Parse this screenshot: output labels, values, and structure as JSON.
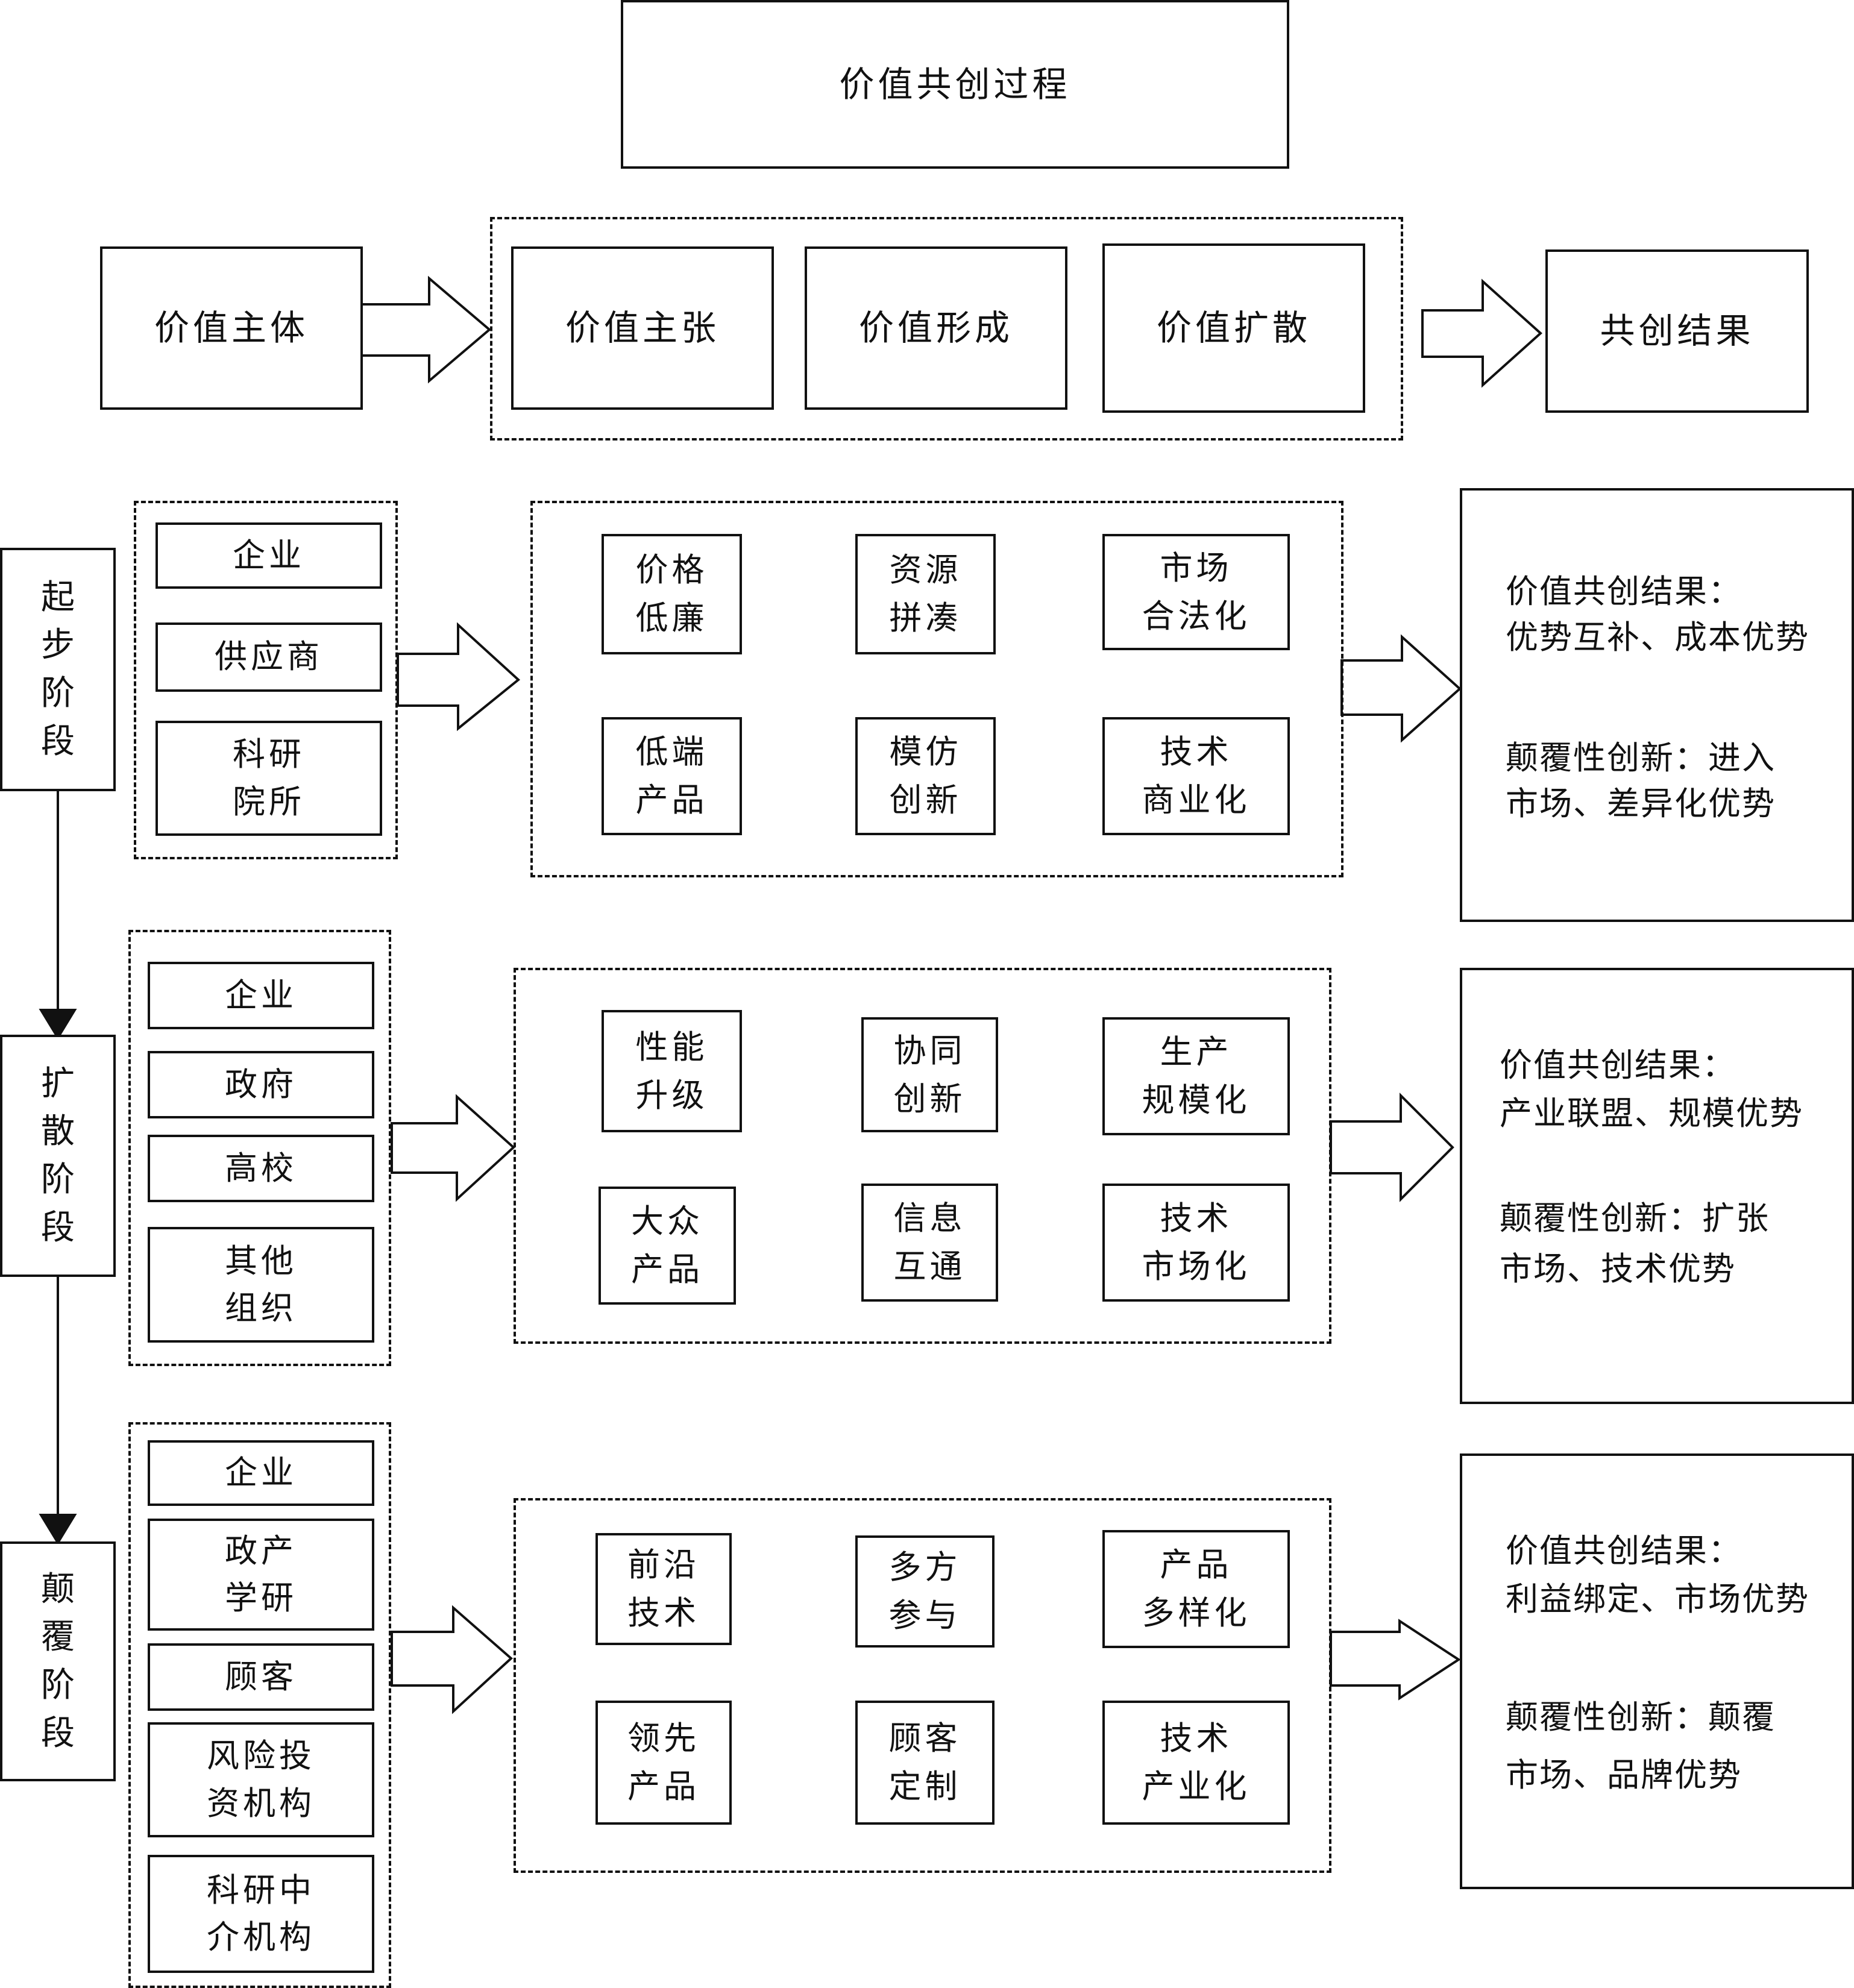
{
  "title": "价值共创过程",
  "header": {
    "subject": "价值主体",
    "steps": [
      "价值主张",
      "价值形成",
      "价值扩散"
    ],
    "result": "共创结果"
  },
  "stages": [
    {
      "name": [
        "起",
        "步",
        "阶",
        "段"
      ],
      "actors": [
        [
          "企业"
        ],
        [
          "供应商"
        ],
        [
          "科研",
          "院所"
        ]
      ],
      "mechanisms": [
        [
          "价格",
          "低廉"
        ],
        [
          "资源",
          "拼凑"
        ],
        [
          "市场",
          "合法化"
        ],
        [
          "低端",
          "产品"
        ],
        [
          "模仿",
          "创新"
        ],
        [
          "技术",
          "商业化"
        ]
      ],
      "result": [
        "价值共创结果：",
        "优势互补、成本优势",
        "颠覆性创新：进入",
        "市场、差异化优势"
      ]
    },
    {
      "name": [
        "扩",
        "散",
        "阶",
        "段"
      ],
      "actors": [
        [
          "企业"
        ],
        [
          "政府"
        ],
        [
          "高校"
        ],
        [
          "其他",
          "组织"
        ]
      ],
      "mechanisms": [
        [
          "性能",
          "升级"
        ],
        [
          "协同",
          "创新"
        ],
        [
          "生产",
          "规模化"
        ],
        [
          "大众",
          "产品"
        ],
        [
          "信息",
          "互通"
        ],
        [
          "技术",
          "市场化"
        ]
      ],
      "result": [
        "价值共创结果：",
        "产业联盟、规模优势",
        "颠覆性创新：扩张",
        "市场、技术优势"
      ]
    },
    {
      "name": [
        "颠",
        "覆",
        "阶",
        "段"
      ],
      "actors": [
        [
          "企业"
        ],
        [
          "政产",
          "学研"
        ],
        [
          "顾客"
        ],
        [
          "风险投",
          "资机构"
        ],
        [
          "科研中",
          "介机构"
        ]
      ],
      "mechanisms": [
        [
          "前沿",
          "技术"
        ],
        [
          "多方",
          "参与"
        ],
        [
          "产品",
          "多样化"
        ],
        [
          "领先",
          "产品"
        ],
        [
          "顾客",
          "定制"
        ],
        [
          "技术",
          "产业化"
        ]
      ],
      "result": [
        "价值共创结果：",
        "利益绑定、市场优势",
        "颠覆性创新：颠覆",
        "市场、品牌优势"
      ]
    }
  ]
}
